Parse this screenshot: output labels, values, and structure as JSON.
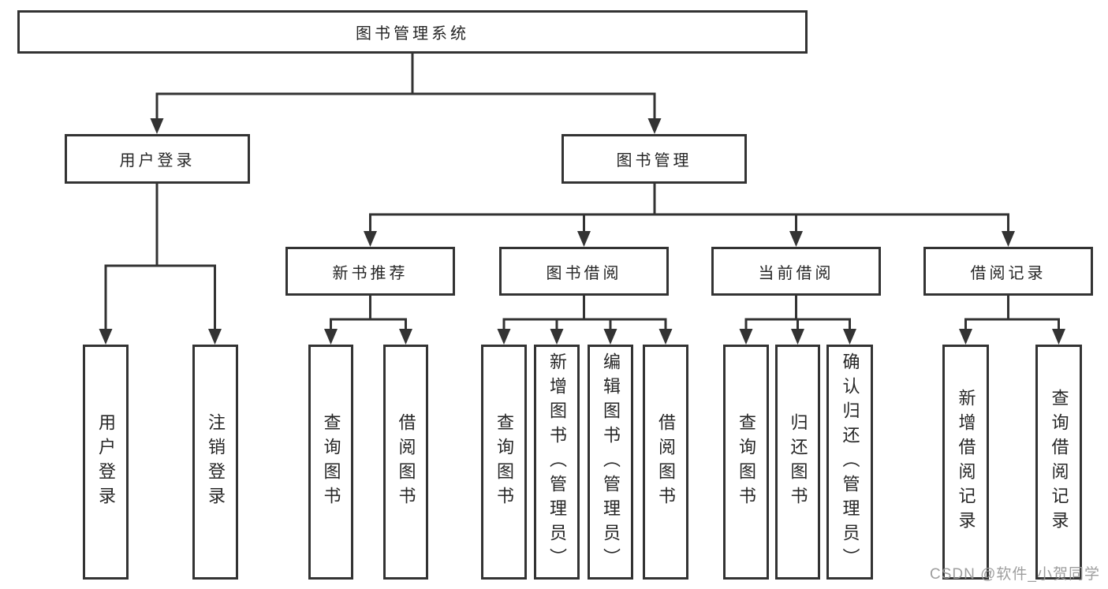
{
  "diagram": {
    "root": {
      "label": "图书管理系统"
    },
    "branches": [
      {
        "label": "用户登录",
        "children": [
          {
            "label": "用户登录"
          },
          {
            "label": "注销登录"
          }
        ]
      },
      {
        "label": "图书管理",
        "children": [
          {
            "label": "新书推荐",
            "children": [
              {
                "label": "查询图书"
              },
              {
                "label": "借阅图书"
              }
            ]
          },
          {
            "label": "图书借阅",
            "children": [
              {
                "label": "查询图书"
              },
              {
                "label": "新增图书（管理员）"
              },
              {
                "label": "编辑图书（管理员）"
              },
              {
                "label": "借阅图书"
              }
            ]
          },
          {
            "label": "当前借阅",
            "children": [
              {
                "label": "查询图书"
              },
              {
                "label": "归还图书"
              },
              {
                "label": "确认归还（管理员）"
              }
            ]
          },
          {
            "label": "借阅记录",
            "children": [
              {
                "label": "新增借阅记录"
              },
              {
                "label": "查询借阅记录"
              }
            ]
          }
        ]
      }
    ]
  },
  "watermark": {
    "text": "CSDN @软件_小贺同学"
  },
  "colors": {
    "line": "#333333",
    "text": "#262626",
    "background": "#ffffff",
    "watermark": "#999999"
  }
}
